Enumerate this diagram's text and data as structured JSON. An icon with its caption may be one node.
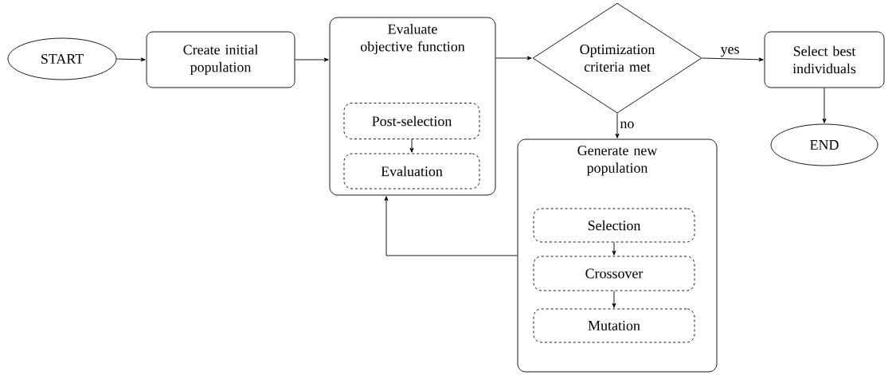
{
  "diagram": {
    "nodes": [
      {
        "text": [
          "START"
        ]
      },
      {
        "text": [
          "Create initial population"
        ]
      },
      {
        "text": [
          "Evaluate objective function"
        ]
      },
      {
        "text": [
          "Post-selection"
        ],
        "in": 2
      },
      {
        "text": [
          "Evaluation"
        ],
        "in": 2
      },
      {
        "text": [
          "Optimization criteria met"
        ]
      },
      {
        "text": [
          "Select best individuals"
        ]
      },
      {
        "text": [
          "END"
        ]
      },
      {
        "text": [
          "Generate new population"
        ]
      },
      {
        "text": [
          "Selection"
        ],
        "in": 8
      },
      {
        "text": [
          "Crossover"
        ],
        "in": 8
      },
      {
        "text": [
          "Mutation"
        ],
        "in": 8
      }
    ],
    "edges": [
      {
        "from": 0,
        "to": 1,
        "arrow": "to"
      },
      {
        "from": 1,
        "to": 2,
        "arrow": "to"
      },
      {
        "from": 2,
        "to": 5,
        "arrow": "to"
      },
      {
        "from": 5,
        "to": 6,
        "arrow": "to",
        "label": "yes"
      },
      {
        "from": 6,
        "to": 7,
        "arrow": "to"
      },
      {
        "from": 5,
        "to": 8,
        "arrow": "to",
        "label": "no"
      },
      {
        "from": 3,
        "to": 4,
        "arrow": "to"
      },
      {
        "from": 9,
        "to": 10,
        "arrow": "to"
      },
      {
        "from": 10,
        "to": 11,
        "arrow": "to"
      },
      {
        "from": 8,
        "to": 2,
        "arrow": "to"
      }
    ]
  }
}
